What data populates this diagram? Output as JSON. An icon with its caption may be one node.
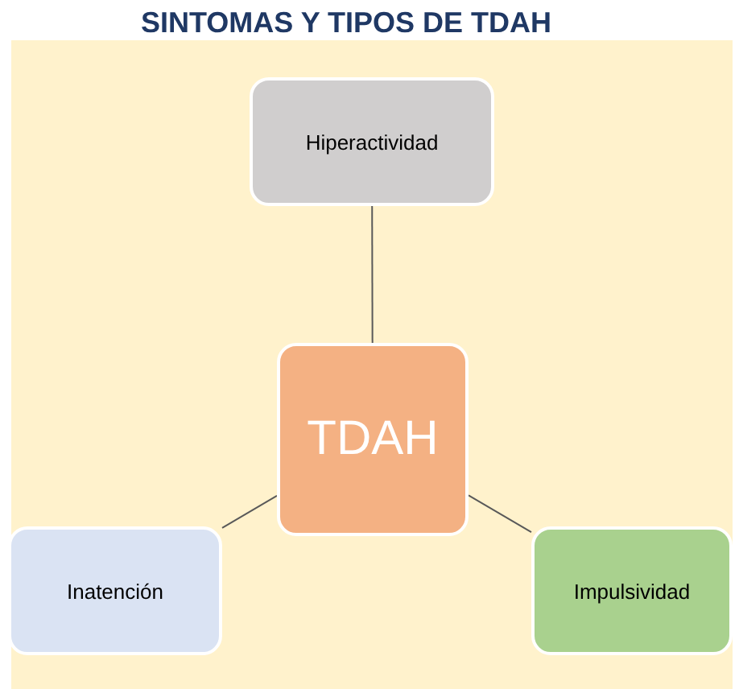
{
  "diagram": {
    "title": "SINTOMAS Y TIPOS DE TDAH",
    "nodes": [
      {
        "text": [
          "Hiperactividad"
        ]
      },
      {
        "text": [
          "TDAH"
        ]
      },
      {
        "text": [
          "Inatención"
        ]
      },
      {
        "text": [
          "Impulsividad"
        ]
      }
    ],
    "edges": [
      {
        "from": 1,
        "to": 0,
        "arrow": "none"
      },
      {
        "from": 1,
        "to": 2,
        "arrow": "none"
      },
      {
        "from": 1,
        "to": 3,
        "arrow": "none"
      }
    ]
  }
}
